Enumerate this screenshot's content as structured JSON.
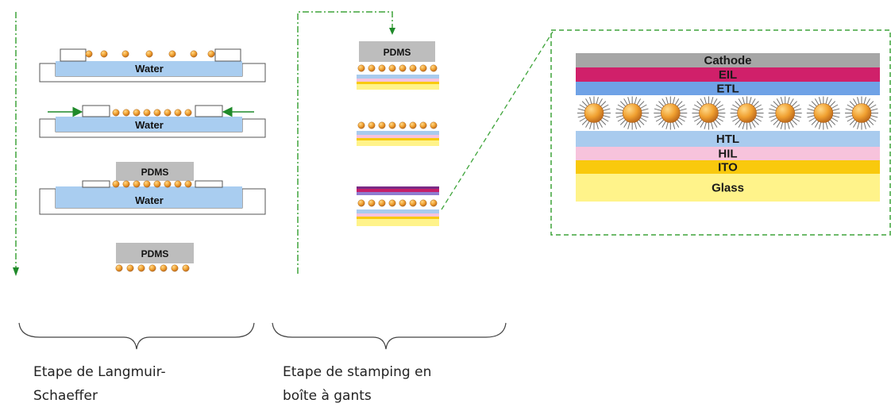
{
  "labels": {
    "water": "Water",
    "pdms": "PDMS"
  },
  "captions": {
    "ls_line1": "Etape de Langmuir-",
    "ls_line2": "Schaeffer",
    "st_line1": "Etape de stamping en",
    "st_line2": "boîte à gants"
  },
  "stack_layers": [
    {
      "label": "Cathode",
      "color": "#a6a6a6"
    },
    {
      "label": "EIL",
      "color": "#d0206a"
    },
    {
      "label": "ETL",
      "color": "#6fa2e6"
    },
    {
      "label": "",
      "color": "#ffffff",
      "kind": "nanoparticles"
    },
    {
      "label": "HTL",
      "color": "#a9cbee"
    },
    {
      "label": "HIL",
      "color": "#f7c3dc"
    },
    {
      "label": "ITO",
      "color": "#f9c90d"
    },
    {
      "label": "Glass",
      "color": "#fff38a"
    }
  ],
  "colors": {
    "water": "#a9cdf0",
    "pdms": "#bdbdbd",
    "particle": "#e39b3f",
    "arrow": "#1f8a2a",
    "dash": "#3ea43a"
  }
}
